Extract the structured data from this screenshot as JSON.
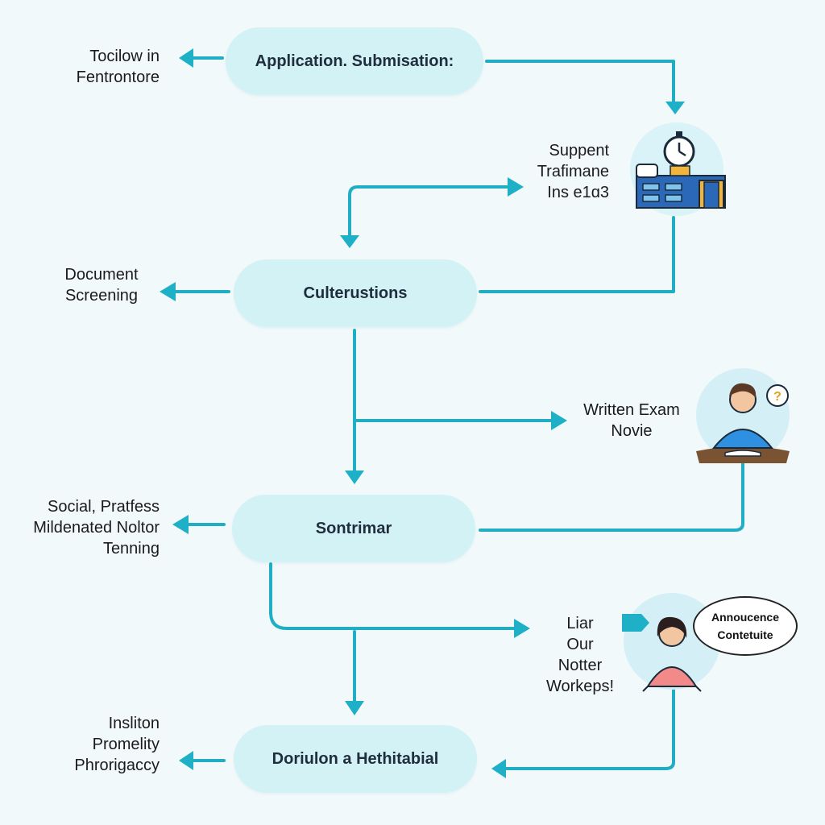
{
  "colors": {
    "background": "#f2f9fb",
    "node_fill": "#d3f2f6",
    "connector": "#21aec4",
    "arrowhead": "#1eb0c6"
  },
  "nodes": {
    "application_submission": "Application. Submisation:",
    "culterustions": "Culterustions",
    "sontrimar": "Sontrimar",
    "final": "Doriulon a Hethitabial"
  },
  "side_labels": {
    "follow_in": "Tocilow in\nFentrontore",
    "support": "Suppent\nTrafimane\nIns e1ɑ3",
    "document_screening": "Document\nScreening",
    "written_exam": "Written Exam\nNovie",
    "social": "Social, Pratfess\nMildenated Noltor\nTenning",
    "liar": "Liar\nOur\nNotter\nWorkeps!",
    "insliton": "Insliton\nPromelity\nPhrorigaccy"
  },
  "bubble": {
    "text": "Annoucence\nContetuite"
  },
  "icons": {
    "support": "timer-office-icon",
    "exam": "student-icon",
    "announce": "person-announcement-icon"
  }
}
